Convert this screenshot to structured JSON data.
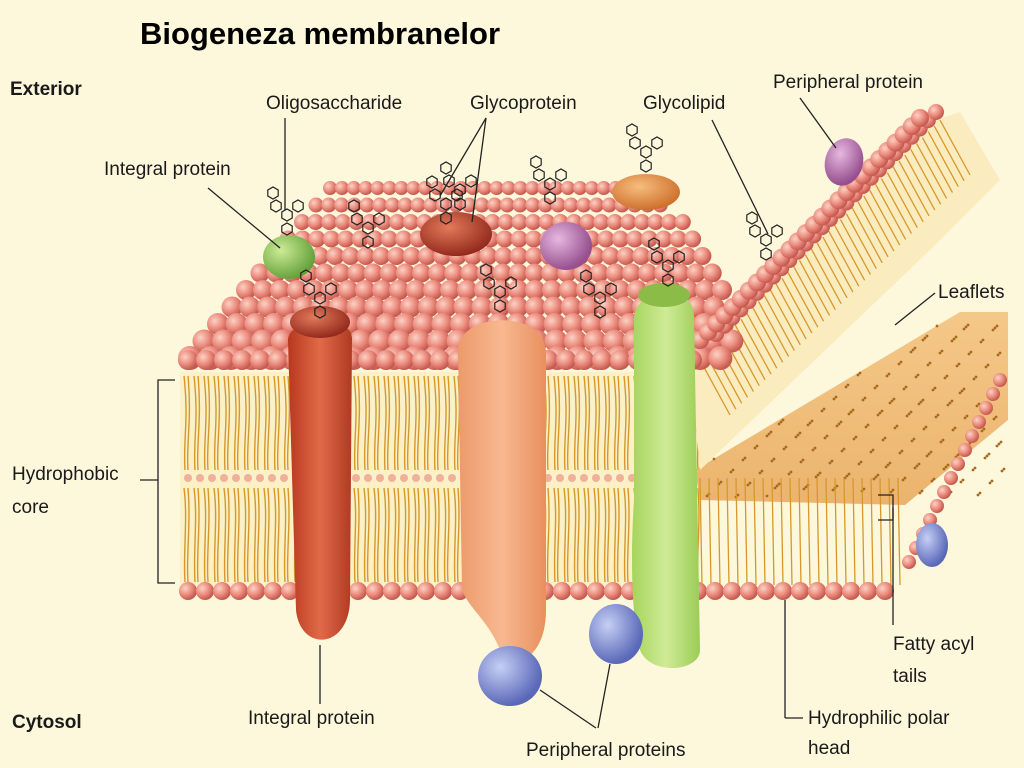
{
  "title": "Biogeneza membranelor",
  "labels": {
    "exterior": "Exterior",
    "cytosol": "Cytosol",
    "oligosaccharide": "Oligosaccharide",
    "glycoprotein": "Glycoprotein",
    "glycolipid": "Glycolipid",
    "peripheral_protein_top": "Peripheral protein",
    "integral_protein_top": "Integral protein",
    "leaflets": "Leaflets",
    "hydrophobic_core_1": "Hydrophobic",
    "hydrophobic_core_2": "core",
    "fatty_acyl_1": "Fatty acyl",
    "fatty_acyl_2": "tails",
    "integral_protein_bottom": "Integral protein",
    "peripheral_proteins_bottom": "Peripheral proteins",
    "hydrophilic_1": "Hydrophilic polar",
    "hydrophilic_2": "head"
  },
  "colors": {
    "background": "#fdf7dc",
    "lipid_head": "#e8867a",
    "lipid_tail": "#d9a030",
    "integral_red": "#d05a3a",
    "integral_orange": "#f0a070",
    "integral_green": "#b8dc70",
    "peripheral_purple": "#a85aa0",
    "peripheral_blue": "#7080c8"
  }
}
